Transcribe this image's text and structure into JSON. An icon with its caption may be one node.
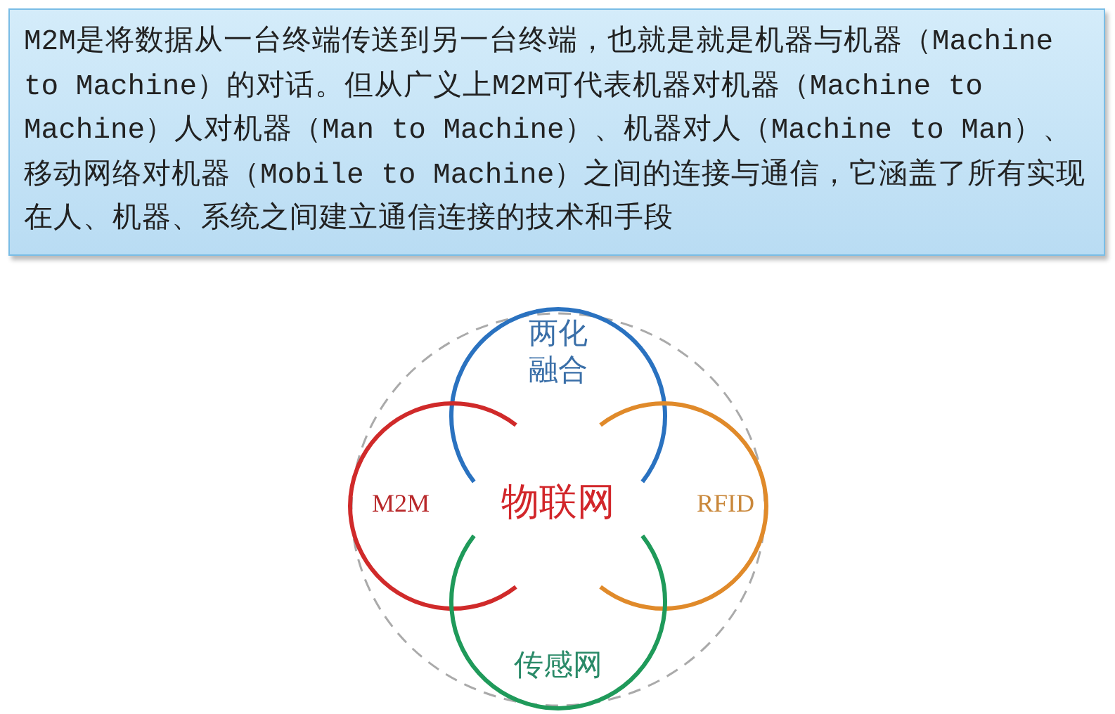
{
  "diagram": {
    "nodes": [
      {
        "text": [
          "M2M是将数据从一台终端传送到另一台终端，也就是就是机器与机器（Machine to Machine）的对话。但从广义上M2M可代表机器对机器（Machine to Machine）人对机器（Man to Machine）、机器对人（Machine to Man）、移动网络对机器（Mobile to Machine）之间的连接与通信，它涵盖了所有实现在人、机器、系统之间建立通信连接的技术和手段"
        ]
      },
      {
        "text": [
          "物联网"
        ]
      },
      {
        "text": [
          "两化融合"
        ],
        "in": 1
      },
      {
        "text": [
          "M2M"
        ],
        "in": 1
      },
      {
        "text": [
          "RFID"
        ],
        "in": 1
      },
      {
        "text": [
          "传感网"
        ],
        "in": 1
      }
    ]
  }
}
